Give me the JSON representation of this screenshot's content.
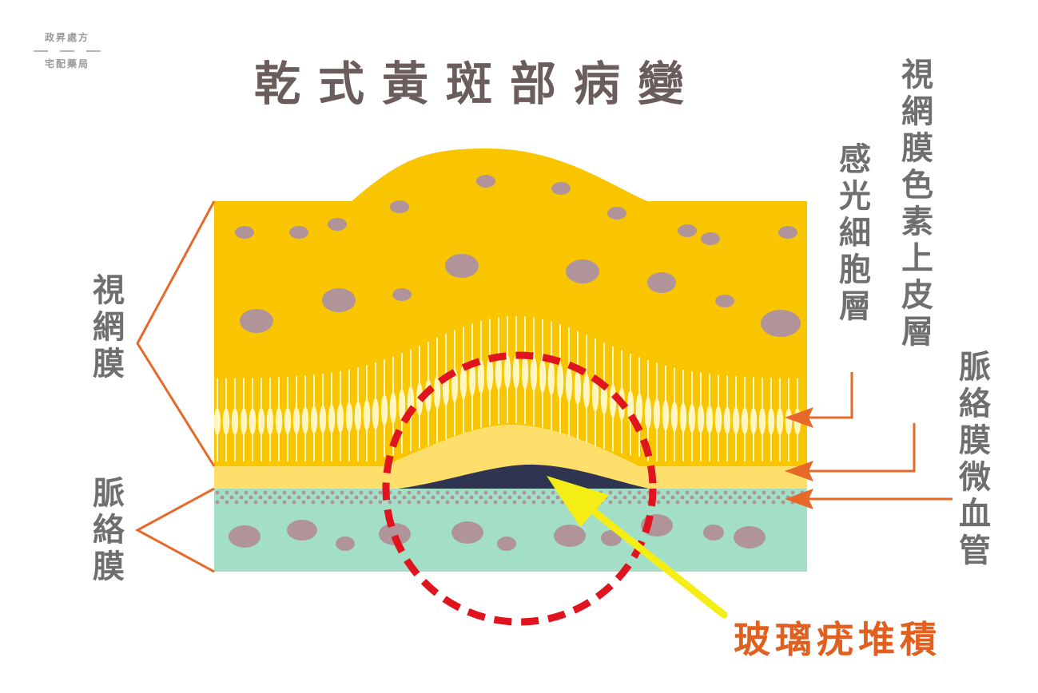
{
  "logo": {
    "line1": "政昇處方",
    "line2": "宅配藥局"
  },
  "title": "乾式黃斑部病變",
  "labels": {
    "retina": "視網膜",
    "choroid": "脈絡膜",
    "photoreceptor_layer": "感光細胞層",
    "rpe_layer": "視網膜色素上皮層",
    "choroid_microvessels": "脈絡膜微血管",
    "drusen": "玻璃疣堆積"
  },
  "colors": {
    "retina_yellow": "#F9C400",
    "rpe_yellow": "#FFDF6B",
    "choroid_green": "#A3DFC6",
    "cell_purple": "#B0949A",
    "drusen_navy": "#2F3550",
    "bracket_orange": "#E7692A",
    "circle_red": "#E0141E",
    "drusen_arrow_yellow": "#F5EE16",
    "photoreceptor_cream": "#FFF6C0"
  }
}
